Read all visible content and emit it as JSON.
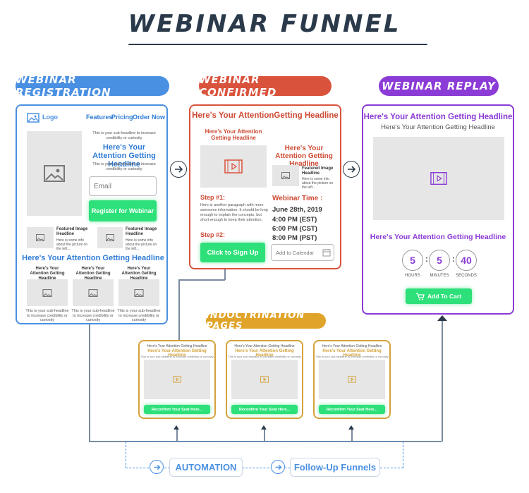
{
  "title": "WEBINAR FUNNEL",
  "stages": {
    "registration": "WEBINAR REGISTRATION",
    "confirmed": "WEBINAR CONFIRMED",
    "replay": "WEBINAR REPLAY",
    "indoctrination": "INDOCTRINATION PAGES"
  },
  "colors": {
    "blue": "#4a90e2",
    "red": "#d9533c",
    "purple": "#8b3bd6",
    "gold": "#e0a42a",
    "green": "#2ee07a"
  },
  "registration": {
    "logo": "Logo",
    "nav": [
      "Features",
      "Pricing",
      "Order Now"
    ],
    "sub1": "This is your sub-headline to increase credibility or curiosity",
    "headline": "Here's Your Attention Getting Headline",
    "sub2": "This is your sub-headline to increase credibility or curiosity",
    "email_placeholder": "Email",
    "button": "Register for Webinar",
    "featured": [
      {
        "title": "Featured Image Headline",
        "text": "Here is some info about the picture on the left..."
      },
      {
        "title": "Featured Image Headline",
        "text": "Here is some info about the picture on the left..."
      }
    ],
    "section_headline": "Here's Your Attention Getting Headline",
    "columns": [
      {
        "title": "Here's Your Attention Getting Headline",
        "text": "This is your sub-headline to increase credibility or curiosity"
      },
      {
        "title": "Here's Your Attention Getting Headline",
        "text": "This is your sub-headline to increase credibility or curiosity"
      },
      {
        "title": "Here's Your Attention Getting Headline",
        "text": "This is your sub-headline to increase credibility or curiosity"
      }
    ]
  },
  "confirmed": {
    "headline": "Here's Your AttentionGetting Headline",
    "sub_headline": "Here's Your Attention Getting Headline",
    "right_headline": "Here's Your Attention Getting Headline",
    "featured_title": "Featured Image Headline",
    "featured_text": "Here is some info about the picture on the left...",
    "step1": "Step #1:",
    "step1_text": "Here is another paragraph with more awesome information. It should be long enough to explain the concepts, but short enough to keep their attention.",
    "step2": "Step #2:",
    "button": "Click to Sign Up",
    "time_label": "Webinar Time :",
    "date": "June 28th, 2019",
    "times": [
      "4:00 PM (EST)",
      "6:00 PM (CST)",
      "8:00 PM (PST)"
    ],
    "calendar": "Add to Calendar"
  },
  "replay": {
    "headline": "Here's Your Attention Getting Headline",
    "sub": "Here's Your Attention Getting Headline",
    "headline2": "Here's Your Attention Getting Headline",
    "countdown": [
      {
        "value": "5",
        "label": "HOURS"
      },
      {
        "value": "5",
        "label": "MINUTES"
      },
      {
        "value": "40",
        "label": "SECONDS"
      }
    ],
    "button": "Add To Cart"
  },
  "indoctrination": {
    "pages": [
      {
        "top": "Here's Your Attention Getting Headline",
        "headline": "Here's Your Attention Getting Headline",
        "sub": "This is your sub-headline to increase credibility or curiosity",
        "button": "Reconfirm Your Seat Here..."
      },
      {
        "top": "Here's Your Attention Getting Headline",
        "headline": "Here's Your Attention Getting Headline",
        "sub": "This is your sub-headline to increase credibility or curiosity",
        "button": "Reconfirm Your Seat Here..."
      },
      {
        "top": "Here's Your Attention Getting Headline",
        "headline": "Here's Your Attention Getting Headline",
        "sub": "This is your sub-headline to increase credibility or curiosity",
        "button": "Reconfirm Your Seat Here..."
      }
    ]
  },
  "bottom": {
    "automation": "AUTOMATION",
    "followup": "Follow-Up Funnels"
  }
}
